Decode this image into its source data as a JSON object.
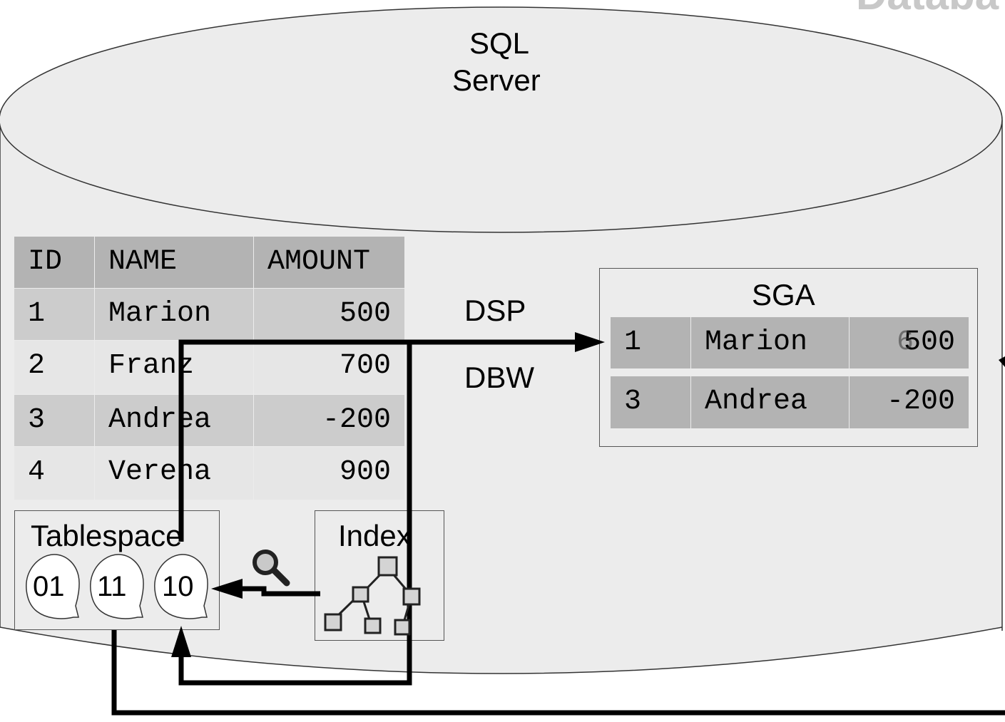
{
  "watermark_partial": "Databa",
  "cylinder_label": [
    "SQL",
    "Server"
  ],
  "table": {
    "headers": [
      "ID",
      "NAME",
      "AMOUNT"
    ],
    "rows": [
      {
        "id": "1",
        "name": "Marion",
        "amount": "500"
      },
      {
        "id": "2",
        "name": "Franz",
        "amount": "700"
      },
      {
        "id": "3",
        "name": "Andrea",
        "amount": "-200"
      },
      {
        "id": "4",
        "name": "Verena",
        "amount": "900"
      }
    ]
  },
  "processes": {
    "dsp": "DSP",
    "dbw": "DBW"
  },
  "sga": {
    "title": "SGA",
    "rows": [
      {
        "id": "1",
        "name": "Marion",
        "amount": "500",
        "overlay": "6"
      },
      {
        "id": "3",
        "name": "Andrea",
        "amount": "-200"
      }
    ]
  },
  "tablespace": {
    "title": "Tablespace",
    "files": [
      "01",
      "11",
      "10"
    ]
  },
  "index": {
    "title": "Index",
    "icon": "tree-icon",
    "search_icon": "magnifier-icon"
  },
  "colors": {
    "cylinder_fill": "#ececec",
    "header_bg": "#b3b3b3",
    "row_dark": "#cccccc",
    "row_light": "#e6e6e6",
    "sga_row": "#b3b3b3"
  }
}
